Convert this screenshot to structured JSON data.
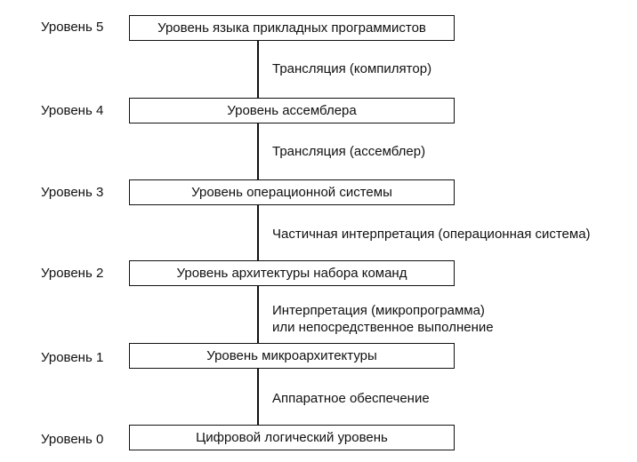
{
  "levels": [
    {
      "label": "Уровень 5",
      "box": "Уровень языка прикладных программистов"
    },
    {
      "label": "Уровень 4",
      "box": "Уровень ассемблера"
    },
    {
      "label": "Уровень 3",
      "box": "Уровень операционной системы"
    },
    {
      "label": "Уровень 2",
      "box": "Уровень архитектуры набора команд"
    },
    {
      "label": "Уровень 1",
      "box": "Уровень микроархитектуры"
    },
    {
      "label": "Уровень 0",
      "box": "Цифровой логический уровень"
    }
  ],
  "transitions": [
    {
      "lines": [
        "Трансляция (компилятор)"
      ]
    },
    {
      "lines": [
        "Трансляция (ассемблер)"
      ]
    },
    {
      "lines": [
        "Частичная интерпретация (операционная система)"
      ]
    },
    {
      "lines": [
        "Интерпретация (микропрограмма)",
        "или непосредственное выполнение"
      ]
    },
    {
      "lines": [
        "Аппаратное обеспечение"
      ]
    }
  ]
}
